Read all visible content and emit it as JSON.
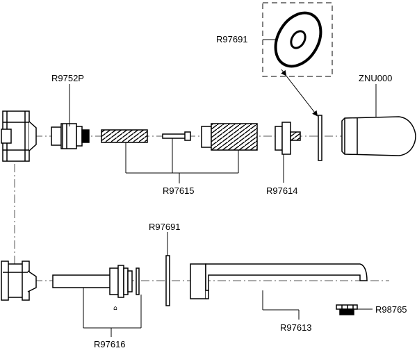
{
  "diagram": {
    "type": "exploded-parts-diagram",
    "colors": {
      "stroke": "#000000",
      "fill": "#ffffff",
      "centerline": "#555555"
    },
    "labels": {
      "top_disc": "R97691",
      "cartridge": "R9752P",
      "handle": "ZNU000",
      "stem_kit": "R97615",
      "flange": "R97614",
      "bottom_disc": "R97691",
      "body_kit": "R97616",
      "spout": "R97613",
      "aerator": "R98765"
    }
  }
}
